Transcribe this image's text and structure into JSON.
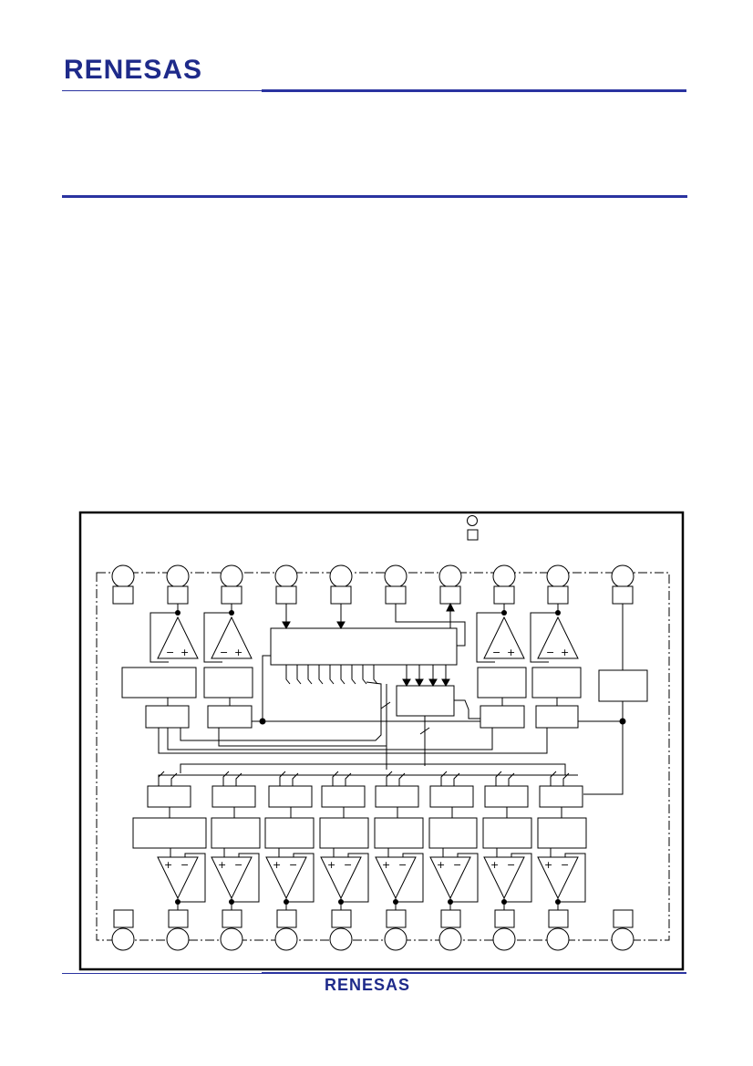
{
  "header": {
    "brand": "RENESAS"
  },
  "footer": {
    "brand": "RENESAS"
  },
  "theme": {
    "brand_color": "#1e2a8a",
    "rule_color": "#2a33a0",
    "line_color": "#000000"
  },
  "diagram": {
    "top_pin_count": 10,
    "bottom_pin_count": 10,
    "bottom_channel_count": 8,
    "legend_symbols": [
      "pin-circle",
      "pad-square"
    ]
  }
}
